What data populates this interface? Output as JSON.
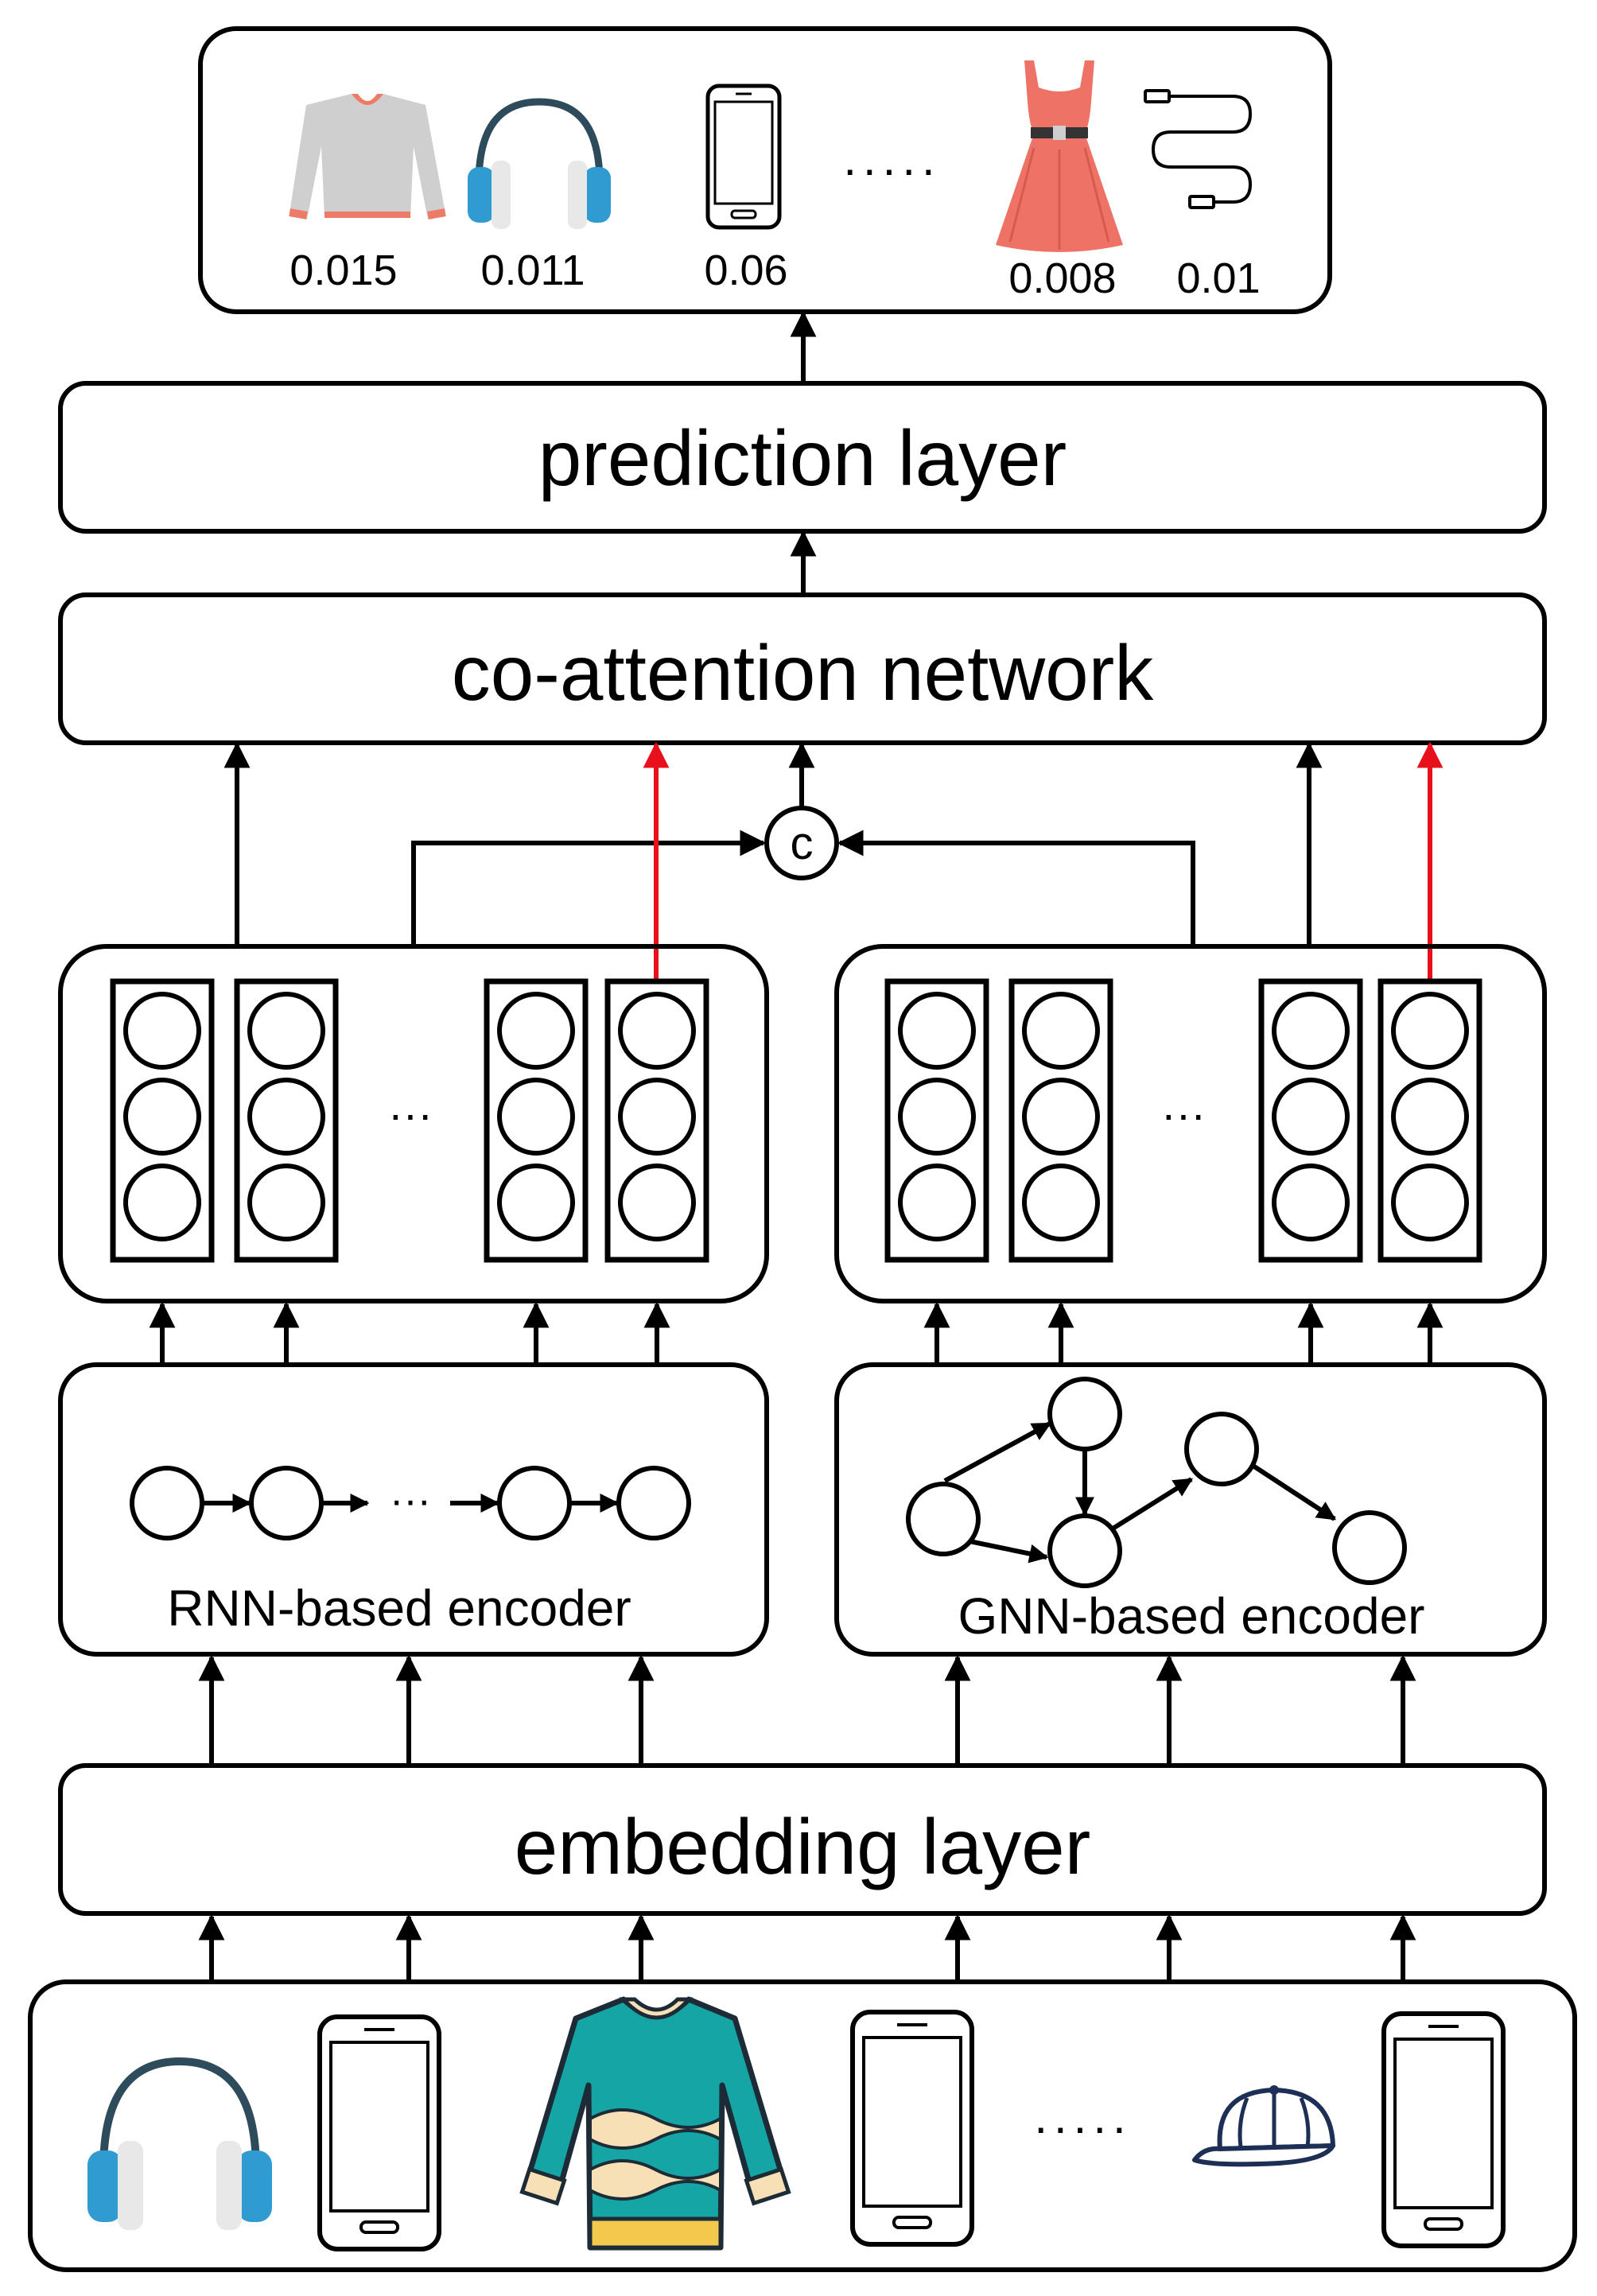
{
  "output": {
    "scores": [
      "0.015",
      "0.011",
      "0.06",
      "0.008",
      "0.01"
    ],
    "ellipsis": ".....",
    "items": [
      "sweater-icon",
      "headphones-icon",
      "phone-icon",
      "dress-icon",
      "usb-cable-icon"
    ]
  },
  "layers": {
    "prediction": "prediction layer",
    "coattention": "co-attention network",
    "embedding": "embedding layer"
  },
  "concat_symbol": "c",
  "encoders": {
    "rnn": {
      "label": "RNN-based encoder",
      "ellipsis": "···"
    },
    "gnn": {
      "label": "GNN-based encoder"
    }
  },
  "hidden": {
    "ellipsis": "···"
  },
  "input": {
    "ellipsis": ".....",
    "items": [
      "headphones-icon",
      "phone-icon",
      "sweater-icon",
      "phone-icon",
      "cap-icon",
      "phone-icon"
    ]
  },
  "colors": {
    "stroke": "#000000",
    "highlight_arrow": "#e8101a",
    "sweater_gray": "#cfcfcf",
    "sweater_trim": "#ee7a68",
    "headphone_blue": "#2f9bd0",
    "headphone_band": "#2e4b5c",
    "dress": "#ee7265",
    "input_sweater_teal": "#16a5a5",
    "input_sweater_cream": "#f7e0b5",
    "cap_navy": "#1e2f55"
  }
}
